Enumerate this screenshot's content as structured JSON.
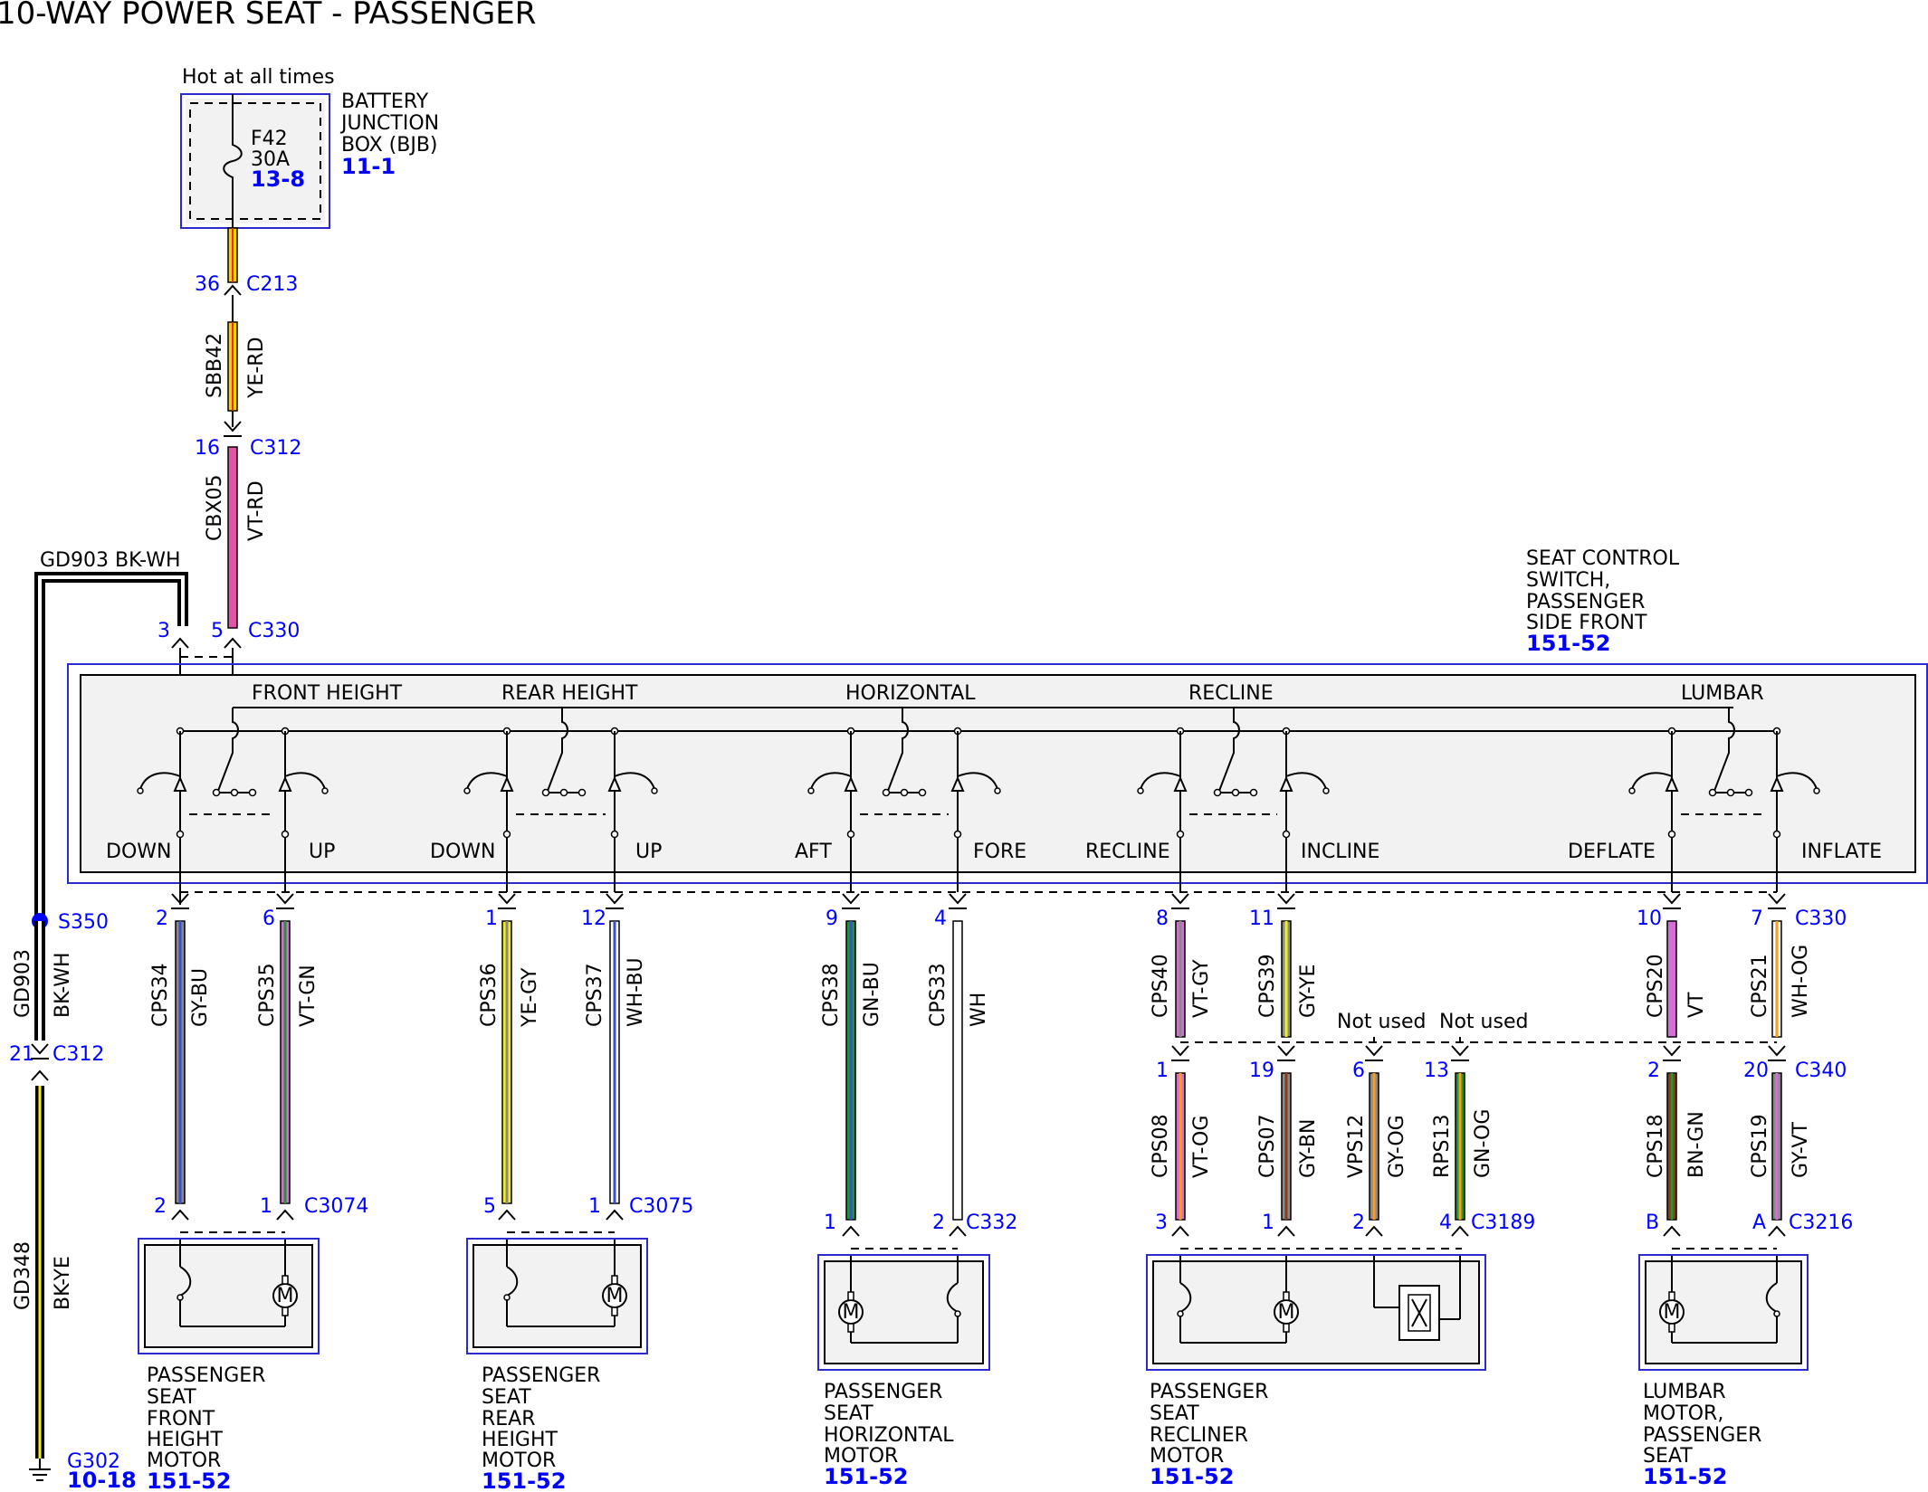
{
  "title": "10-WAY POWER SEAT - PASSENGER",
  "colors": {
    "ye_rd": "#f5d000",
    "rd_stripe": "#e0301e",
    "vt_rd": "#e056a6",
    "bk": "#000000",
    "gy": "#8a8a8a",
    "bu": "#3a4fd0",
    "gn": "#1f9a2a",
    "vt": "#d56fd6",
    "ye": "#f2ee1a",
    "wh": "#ffffff",
    "og": "#ff9a1e",
    "bn": "#8b3a1a",
    "conn_blue": "#0000ff"
  },
  "bjb": {
    "hot_label": "Hot at all times",
    "fuse": "F42",
    "amps": "30A",
    "ref": "13-8",
    "name1": "BATTERY",
    "name2": "JUNCTION",
    "name3": "BOX (BJB)",
    "name_ref": "11-1"
  },
  "power_path": {
    "c213_pin": "36",
    "c213": "C213",
    "sbb42": "SBB42",
    "sbb42_color": "YE-RD",
    "c312_pin": "16",
    "c312": "C312",
    "cbx05": "CBX05",
    "cbx05_color": "VT-RD",
    "c330_pin5": "5",
    "c330": "C330",
    "c330_pin3": "3"
  },
  "ground": {
    "gd903_label": "GD903 BK-WH",
    "s350": "S350",
    "gd903": "GD903",
    "gd903_color": "BK-WH",
    "c312_pin": "21",
    "c312": "C312",
    "gd348": "GD348",
    "gd348_color": "BK-YE",
    "g302": "G302",
    "g302_ref": "10-18"
  },
  "switch": {
    "name1": "SEAT CONTROL",
    "name2": "SWITCH,",
    "name3": "PASSENGER",
    "name4": "SIDE FRONT",
    "ref": "151-52",
    "front_height": "FRONT HEIGHT",
    "rear_height": "REAR HEIGHT",
    "horizontal": "HORIZONTAL",
    "recline": "RECLINE",
    "lumbar": "LUMBAR",
    "down1": "DOWN",
    "up1": "UP",
    "down2": "DOWN",
    "up2": "UP",
    "aft": "AFT",
    "fore": "FORE",
    "recline_pos": "RECLINE",
    "incline": "INCLINE",
    "deflate": "DEFLATE",
    "inflate": "INFLATE"
  },
  "wires": {
    "p2": "2",
    "cps34": "CPS34",
    "gy_bu": "GY-BU",
    "p6": "6",
    "cps35": "CPS35",
    "vt_gn": "VT-GN",
    "p1": "1",
    "cps36": "CPS36",
    "ye_gy": "YE-GY",
    "p12": "12",
    "cps37": "CPS37",
    "wh_bu": "WH-BU",
    "p9": "9",
    "cps38": "CPS38",
    "gn_bu": "GN-BU",
    "p4": "4",
    "cps33": "CPS33",
    "wh": "WH",
    "p8": "8",
    "cps40": "CPS40",
    "vt_gy": "VT-GY",
    "p11": "11",
    "cps39": "CPS39",
    "gy_ye": "GY-YE",
    "p10": "10",
    "cps20": "CPS20",
    "vt": "VT",
    "p7": "7",
    "c330": "C330",
    "cps21": "CPS21",
    "wh_og": "WH-OG",
    "not_used1": "Not used",
    "not_used2": "Not used",
    "q1": "1",
    "cps08": "CPS08",
    "vt_og": "VT-OG",
    "q19": "19",
    "cps07": "CPS07",
    "gy_bn": "GY-BN",
    "q6": "6",
    "vps12": "VPS12",
    "gy_og": "GY-OG",
    "q13": "13",
    "rps13": "RPS13",
    "gn_og": "GN-OG",
    "q2": "2",
    "cps18": "CPS18",
    "bn_gn": "BN-GN",
    "q20": "20",
    "c340": "C340",
    "cps19": "CPS19",
    "gy_vt": "GY-VT"
  },
  "components": {
    "front_motor": {
      "pin_a": "2",
      "pin_b": "1",
      "conn": "C3074",
      "l1": "PASSENGER",
      "l2": "SEAT",
      "l3": "FRONT",
      "l4": "HEIGHT",
      "l5": "MOTOR",
      "ref": "151-52"
    },
    "rear_motor": {
      "pin_a": "5",
      "pin_b": "1",
      "conn": "C3075",
      "l1": "PASSENGER",
      "l2": "SEAT",
      "l3": "REAR",
      "l4": "HEIGHT",
      "l5": "MOTOR",
      "ref": "151-52"
    },
    "horiz_motor": {
      "pin_a": "1",
      "pin_b": "2",
      "conn": "C332",
      "l1": "PASSENGER",
      "l2": "SEAT",
      "l3": "HORIZONTAL",
      "l4": "MOTOR",
      "ref": "151-52"
    },
    "recliner_motor": {
      "pin_a": "3",
      "pin_b": "1",
      "pin_c": "2",
      "pin_d": "4",
      "conn": "C3189",
      "l1": "PASSENGER",
      "l2": "SEAT",
      "l3": "RECLINER",
      "l4": "MOTOR",
      "ref": "151-52"
    },
    "lumbar_motor": {
      "pin_a": "B",
      "pin_b": "A",
      "conn": "C3216",
      "l1": "LUMBAR",
      "l2": "MOTOR,",
      "l3": "PASSENGER",
      "l4": "SEAT",
      "ref": "151-52"
    },
    "motor_symbol": "M"
  }
}
